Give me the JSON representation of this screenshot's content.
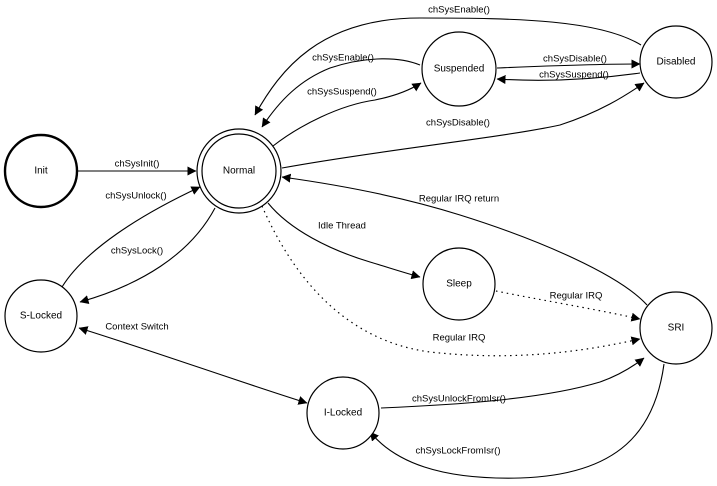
{
  "diagram": {
    "nodes": {
      "init": "Init",
      "normal": "Normal",
      "suspended": "Suspended",
      "disabled": "Disabled",
      "slocked": "S-Locked",
      "sleep": "Sleep",
      "sri": "SRI",
      "ilocked": "I-Locked"
    },
    "edges": {
      "disabled_normal": "chSysEnable()",
      "suspended_normal": "chSysEnable()",
      "suspended_disabled": "chSysDisable()",
      "disabled_suspended": "chSysSuspend()",
      "normal_suspended": "chSysSuspend()",
      "normal_disabled": "chSysDisable()",
      "init_normal": "chSysInit()",
      "slocked_normal": "chSysUnlock()",
      "normal_slocked": "chSysLock()",
      "sri_normal": "Regular IRQ return",
      "normal_sleep": "Idle Thread",
      "sleep_sri": "Regular IRQ",
      "normal_sri": "Regular IRQ",
      "slocked_ilocked": "Context Switch",
      "ilocked_sri": "chSysUnlockFromIsr()",
      "sri_ilocked": "chSysLockFromIsr()"
    }
  }
}
